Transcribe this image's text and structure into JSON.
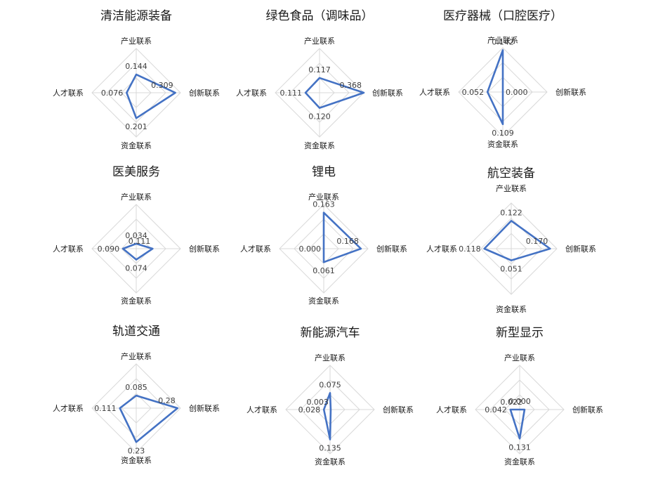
{
  "colors": {
    "series": "#4472c4",
    "grid": "#d9d9d9"
  },
  "chart_data": [
    {
      "type": "radar",
      "title": "清洁能源装备",
      "axes": [
        "产业联系",
        "创新联系",
        "资金联系",
        "人才联系"
      ],
      "values": [
        0.144,
        0.309,
        0.201,
        0.076
      ],
      "value_labels": [
        "0.144",
        "0.309",
        "0.201",
        "0.076"
      ],
      "rlim": [
        0,
        0.35
      ]
    },
    {
      "type": "radar",
      "title": "绿色食品（调味品）",
      "axes": [
        "产业联系",
        "创新联系",
        "资金联系",
        "人才联系"
      ],
      "values": [
        0.117,
        0.368,
        0.12,
        0.111
      ],
      "value_labels": [
        "0.117",
        "0.368",
        "0.120",
        "0.111"
      ],
      "rlim": [
        0,
        0.35
      ]
    },
    {
      "type": "radar",
      "title": "医疗器械（口腔医疗）",
      "axes": [
        "产业联系",
        "创新联系",
        "资金联系",
        "人才联系"
      ],
      "values": [
        0.142,
        0.0,
        0.109,
        0.052
      ],
      "value_labels": [
        "0.142",
        "0.000",
        "0.109",
        "0.052"
      ],
      "rlim": [
        0,
        0.15
      ]
    },
    {
      "type": "radar",
      "title": "医美服务",
      "axes": [
        "产业联系",
        "创新联系",
        "资金联系",
        "人才联系"
      ],
      "values": [
        0.034,
        0.111,
        0.074,
        0.09
      ],
      "value_labels": [
        "0.034",
        "0.111",
        "0.074",
        "0.090"
      ],
      "rlim": [
        0,
        0.3
      ]
    },
    {
      "type": "radar",
      "title": "锂电",
      "axes": [
        "产业联系",
        "创新联系",
        "资金联系",
        "人才联系"
      ],
      "values": [
        0.163,
        0.168,
        0.061,
        0.0
      ],
      "value_labels": [
        "0.163",
        "0.168",
        "0.061",
        "0.000"
      ],
      "rlim": [
        0,
        0.2
      ]
    },
    {
      "type": "radar",
      "title": "航空装备",
      "axes": [
        "产业联系",
        "创新联系",
        "资金联系",
        "人才联系"
      ],
      "values": [
        0.122,
        0.17,
        0.051,
        0.118
      ],
      "value_labels": [
        "0.122",
        "0.170",
        "0.051",
        "0.118"
      ],
      "rlim": [
        0,
        0.2
      ]
    },
    {
      "type": "radar",
      "title": "轨道交通",
      "axes": [
        "产业联系",
        "创新联系",
        "资金联系",
        "人才联系"
      ],
      "values": [
        0.085,
        0.28,
        0.23,
        0.111
      ],
      "value_labels": [
        "0.085",
        "0.28",
        "0.23",
        "0.111"
      ],
      "rlim": [
        0,
        0.3
      ]
    },
    {
      "type": "radar",
      "title": "新能源汽车",
      "axes": [
        "产业联系",
        "创新联系",
        "资金联系",
        "人才联系"
      ],
      "values": [
        0.075,
        0.003,
        0.135,
        0.028
      ],
      "value_labels": [
        "0.075",
        "0.003",
        "0.135",
        "0.028"
      ],
      "rlim": [
        0,
        0.2
      ]
    },
    {
      "type": "radar",
      "title": "新型显示",
      "axes": [
        "产业联系",
        "创新联系",
        "资金联系",
        "人才联系"
      ],
      "values": [
        0.0,
        0.022,
        0.131,
        0.042
      ],
      "value_labels": [
        "0.000",
        "0.022",
        "0.131",
        "0.042"
      ],
      "rlim": [
        0,
        0.2
      ]
    }
  ]
}
